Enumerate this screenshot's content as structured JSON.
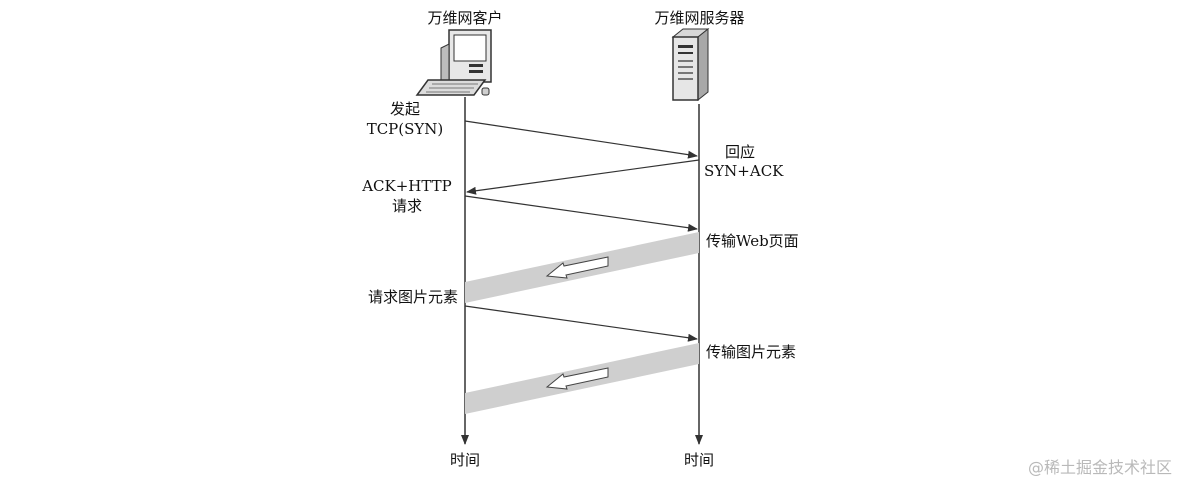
{
  "client": {
    "title": "万维网客户",
    "icon": "desktop-computer-icon"
  },
  "server": {
    "title": "万维网服务器",
    "icon": "server-tower-icon"
  },
  "steps": {
    "syn": {
      "line1": "发起",
      "line2": "TCP(SYN)"
    },
    "synack": {
      "line1": "回应",
      "line2": "SYN+ACK"
    },
    "ack_http": {
      "line1": "ACK+HTTP",
      "line2": "请求"
    },
    "send_page": "传输Web页面",
    "request_images": "请求图片元素",
    "send_images": "传输图片元素"
  },
  "time_axis": {
    "client_label": "时间",
    "server_label": "时间"
  },
  "watermark": "@稀土掘金技术社区",
  "colors": {
    "line": "#333333",
    "transfer_band": "#cfcfcf",
    "watermark": "#b9b9b9"
  }
}
